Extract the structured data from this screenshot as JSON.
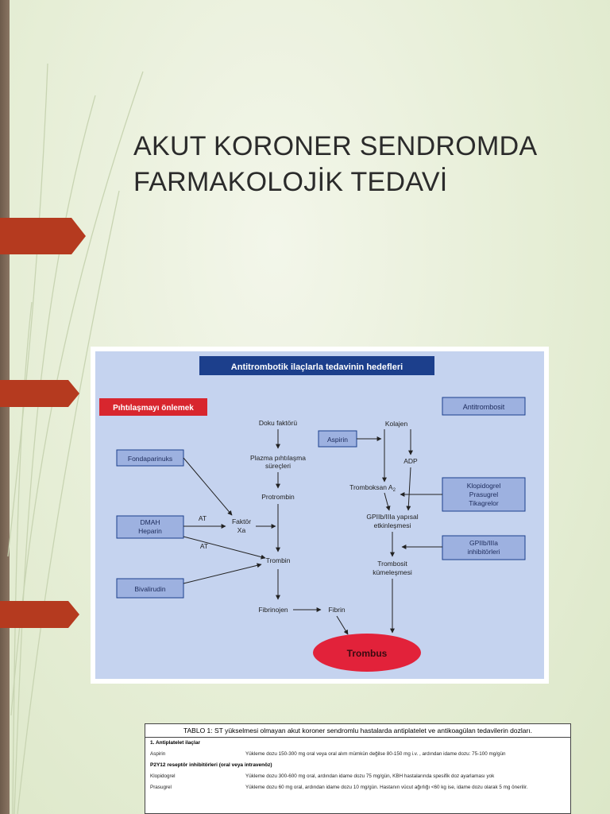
{
  "title": {
    "line1": "AKUT KORONER SENDROMDA",
    "line2": "FARMAKOLOJİK TEDAVİ"
  },
  "colors": {
    "accent": "#b53a1f",
    "bar": "#7a6756",
    "node": "#9db1e0",
    "panel": "#c5d3ef"
  },
  "diagram": {
    "heading": "Antitrombotik ilaçlarla tedavinin hedefleri",
    "left_label": "Pıhtılaşmayı önlemek",
    "right_label": "Antitrombosit",
    "drugs": {
      "fondaparinuks": "Fondaparinuks",
      "dmah1": "DMAH",
      "dmah2": "Heparin",
      "bivalirudin": "Bivalirudin",
      "aspirin": "Aspirin",
      "p2y12_1": "Klopidogrel",
      "p2y12_2": "Prasugrel",
      "p2y12_3": "Tikagrelor",
      "gp1": "GPIIb/IIIa",
      "gp2": "inhibitörleri"
    },
    "nodes": {
      "doku": "Doku faktörü",
      "plazma1": "Plazma pıhtılaşma",
      "plazma2": "süreçleri",
      "protrombin": "Protrombin",
      "faktor1": "Faktör",
      "faktor2": "Xa",
      "trombin": "Trombin",
      "fibrinojen": "Fibrinojen",
      "fibrin": "Fibrin",
      "kolajen": "Kolajen",
      "adp": "ADP",
      "tromboksan": "Tromboksan A",
      "tromboksan_sub": "2",
      "gp_yap1": "GPIIb/IIIa yapısal",
      "gp_yap2": "etkinleşmesi",
      "kum1": "Trombosit",
      "kum2": "kümeleşmesi",
      "trombus": "Trombus",
      "at1": "AT",
      "at2": "AT"
    }
  },
  "table": {
    "caption": "TABLO 1: ST yükselmesi olmayan akut koroner sendromlu hastalarda antiplatelet ve antikoagülan tedavilerin dozları.",
    "section1": "1. Antiplatelet ilaçlar",
    "row_aspirin": {
      "name": "Aspirin",
      "dose": "Yükleme dozu 150-300 mg oral veya oral alım mümkün değilse 80-150 mg i.v. , ardından idame dozu: 75-100 mg/gün"
    },
    "section2": "P2Y12 reseptör inhibitörleri (oral veya intravenöz)",
    "row_klopidogrel": {
      "name": "Klopidogrel",
      "dose": "Yükleme dozu 300-600 mg oral, ardından idame dozu 75 mg/gün, KBH hastalarında spesifik doz ayarlaması yok"
    },
    "row_prasugrel": {
      "name": "Prasugrel",
      "dose": "Yükleme dozu 60 mg oral, ardından idame dozu 10 mg/gün. Hastanın vücut ağırlığı <60 kg ise, idame dozu olarak 5 mg önerilir."
    }
  }
}
